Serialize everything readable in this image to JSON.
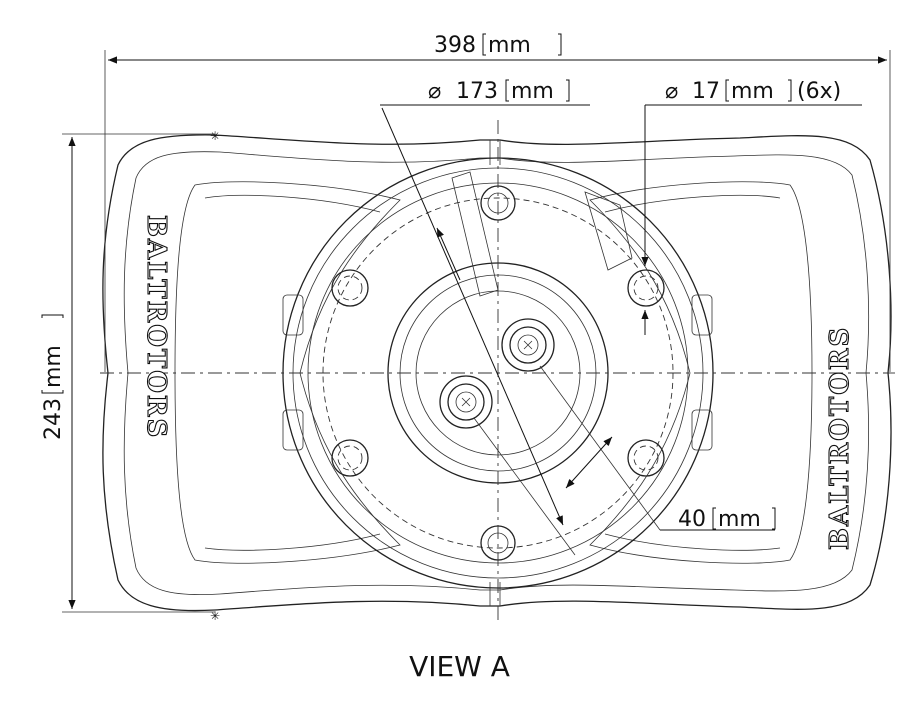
{
  "drawing": {
    "brand_text": "BALTROTORS",
    "view_label": "VIEW A",
    "dimensions": {
      "overall_width": {
        "value": "398",
        "unit": "mm"
      },
      "overall_height": {
        "value": "243",
        "unit": "mm"
      },
      "pcd_diameter": {
        "symbol": "⌀",
        "value": "173",
        "unit": "mm"
      },
      "hole_diameter": {
        "symbol": "⌀",
        "value": "17",
        "unit": "mm",
        "count": "(6x)"
      },
      "offset": {
        "value": "40",
        "unit": "mm"
      }
    }
  }
}
